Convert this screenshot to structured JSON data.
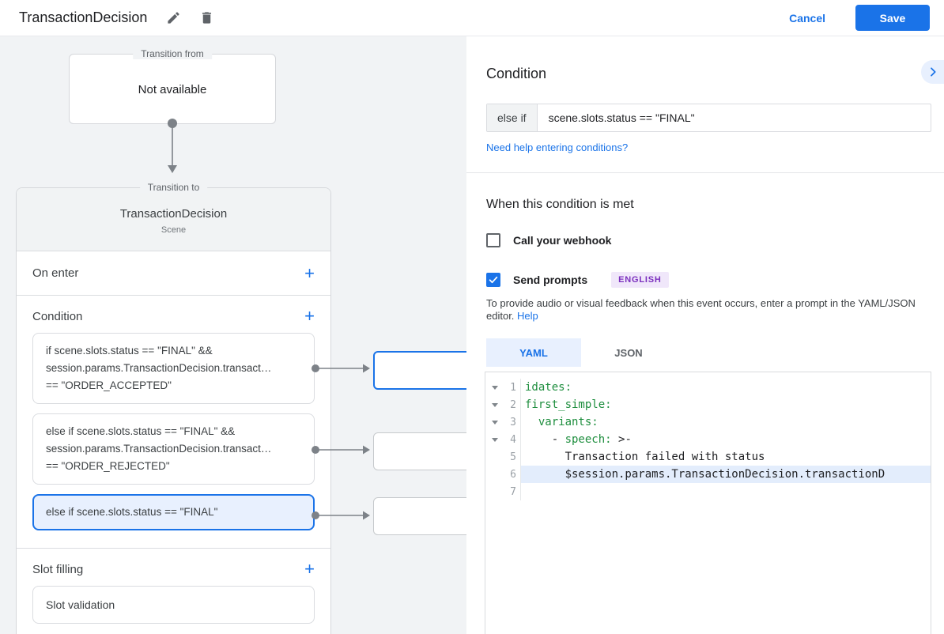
{
  "colors": {
    "accent": "#1a73e8",
    "selected_bg": "#e8f0fe",
    "yaml_key_green": "#1e8e3e",
    "badge_bg": "#f0e7fa",
    "badge_text": "#7b2fbe"
  },
  "topbar": {
    "title": "TransactionDecision",
    "cancel_label": "Cancel",
    "save_label": "Save"
  },
  "flow": {
    "from_box": {
      "label": "Transition from",
      "value": "Not available"
    },
    "to_card": {
      "label": "Transition to",
      "title": "TransactionDecision",
      "subtitle": "Scene",
      "on_enter_label": "On enter",
      "condition_label": "Condition",
      "conditions": [
        {
          "selected": false,
          "lines": [
            "if scene.slots.status == \"FINAL\" &&",
            "session.params.TransactionDecision.transact…",
            "== \"ORDER_ACCEPTED\""
          ]
        },
        {
          "selected": false,
          "lines": [
            "else if scene.slots.status == \"FINAL\" &&",
            "session.params.TransactionDecision.transact…",
            "== \"ORDER_REJECTED\""
          ]
        },
        {
          "selected": true,
          "lines": [
            "else if scene.slots.status == \"FINAL\""
          ]
        }
      ],
      "slot_filling_label": "Slot filling",
      "slot_items": [
        "Slot validation"
      ]
    }
  },
  "panel": {
    "title": "Condition",
    "condition_prefix": "else if",
    "condition_value": "scene.slots.status == \"FINAL\"",
    "help_link": "Need help entering conditions?",
    "when_title": "When this condition is met",
    "webhook_label": "Call your webhook",
    "prompts_label": "Send prompts",
    "language_badge": "ENGLISH",
    "description": "To provide audio or visual feedback when this event occurs, enter a prompt in the YAML/JSON editor.",
    "help_label": "Help",
    "tabs": [
      {
        "label": "YAML",
        "active": true
      },
      {
        "label": "JSON",
        "active": false
      }
    ],
    "editor_lines": [
      {
        "num": "1",
        "fold": true,
        "highlight": false,
        "tokens": [
          {
            "t": "idates:",
            "k": true
          }
        ]
      },
      {
        "num": "2",
        "fold": true,
        "highlight": false,
        "tokens": [
          {
            "t": "first_simple:",
            "k": true
          }
        ]
      },
      {
        "num": "3",
        "fold": true,
        "highlight": false,
        "tokens": [
          {
            "t": "  ",
            "k": false
          },
          {
            "t": "variants:",
            "k": true
          }
        ]
      },
      {
        "num": "4",
        "fold": true,
        "highlight": false,
        "tokens": [
          {
            "t": "    - ",
            "k": false
          },
          {
            "t": "speech:",
            "k": true
          },
          {
            "t": " >-",
            "k": false
          }
        ]
      },
      {
        "num": "5",
        "fold": false,
        "highlight": false,
        "tokens": [
          {
            "t": "      Transaction failed with status",
            "k": false
          }
        ]
      },
      {
        "num": "6",
        "fold": false,
        "highlight": true,
        "tokens": [
          {
            "t": "      $session.params.TransactionDecision.transactionD",
            "k": false
          }
        ]
      },
      {
        "num": "7",
        "fold": false,
        "highlight": false,
        "tokens": []
      }
    ]
  }
}
